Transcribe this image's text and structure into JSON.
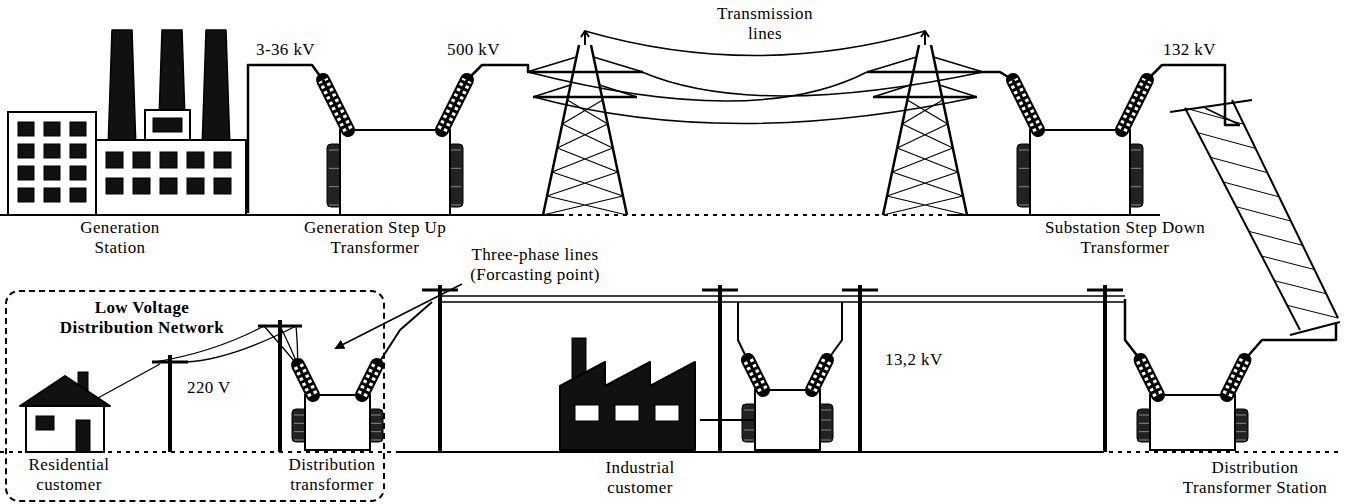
{
  "diagram": {
    "nodes": [
      {
        "text": [
          "Low Voltage Distribution Network",
          "220 V",
          "Residential customer",
          "Distribution transformer"
        ]
      }
    ],
    "labels": [
      "Transmission lines",
      "3-36 kV",
      "500 kV",
      "132 kV",
      "Generation Station",
      "Generation Step Up Transformer",
      "Substation Step Down Transformer",
      "Three-phase lines (Forcasting point)",
      "13,2 kV",
      "Industrial customer",
      "Distribution Transformer Station"
    ]
  }
}
